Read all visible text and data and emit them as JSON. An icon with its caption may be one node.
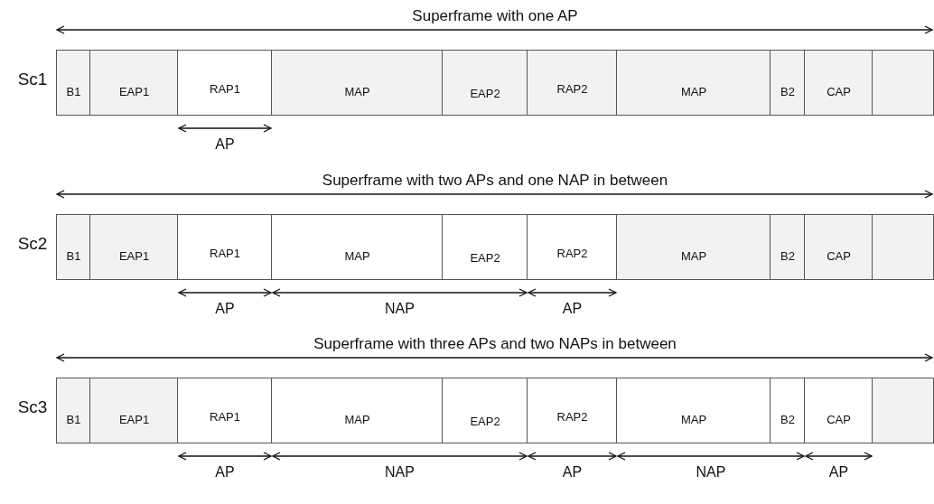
{
  "diagram": {
    "nodes": [
      {
        "text": [
          "B1"
        ]
      },
      {
        "text": [
          "EAP1"
        ]
      },
      {
        "text": [
          "RAP1"
        ]
      },
      {
        "text": [
          "MAP"
        ]
      },
      {
        "text": [
          "EAP2"
        ]
      },
      {
        "text": [
          "RAP2"
        ]
      },
      {
        "text": [
          "MAP"
        ]
      },
      {
        "text": [
          "B2"
        ]
      },
      {
        "text": [
          "CAP"
        ]
      },
      {
        "text": [],
        "shape": "box"
      },
      {
        "text": [
          "B1"
        ]
      },
      {
        "text": [
          "EAP1"
        ]
      },
      {
        "text": [
          "RAP1"
        ]
      },
      {
        "text": [
          "MAP"
        ]
      },
      {
        "text": [
          "EAP2"
        ]
      },
      {
        "text": [
          "RAP2"
        ]
      },
      {
        "text": [
          "MAP"
        ]
      },
      {
        "text": [
          "B2"
        ]
      },
      {
        "text": [
          "CAP"
        ]
      },
      {
        "text": [],
        "shape": "box"
      },
      {
        "text": [
          "B1"
        ]
      },
      {
        "text": [
          "EAP1"
        ]
      },
      {
        "text": [
          "RAP1"
        ]
      },
      {
        "text": [
          "MAP"
        ]
      },
      {
        "text": [
          "EAP2"
        ]
      },
      {
        "text": [
          "RAP2"
        ]
      },
      {
        "text": [
          "MAP"
        ]
      },
      {
        "text": [
          "B2"
        ]
      },
      {
        "text": [
          "CAP"
        ]
      },
      {
        "text": [],
        "shape": "box"
      }
    ],
    "labels": [
      "Superframe with one AP",
      "Sc1",
      "AP",
      "Superframe with two APs and one NAP in between",
      "Sc2",
      "AP",
      "NAP",
      "AP",
      "Superframe with three APs and two NAPs in between",
      "Sc3",
      "AP",
      "NAP",
      "AP",
      "NAP",
      "AP"
    ]
  }
}
